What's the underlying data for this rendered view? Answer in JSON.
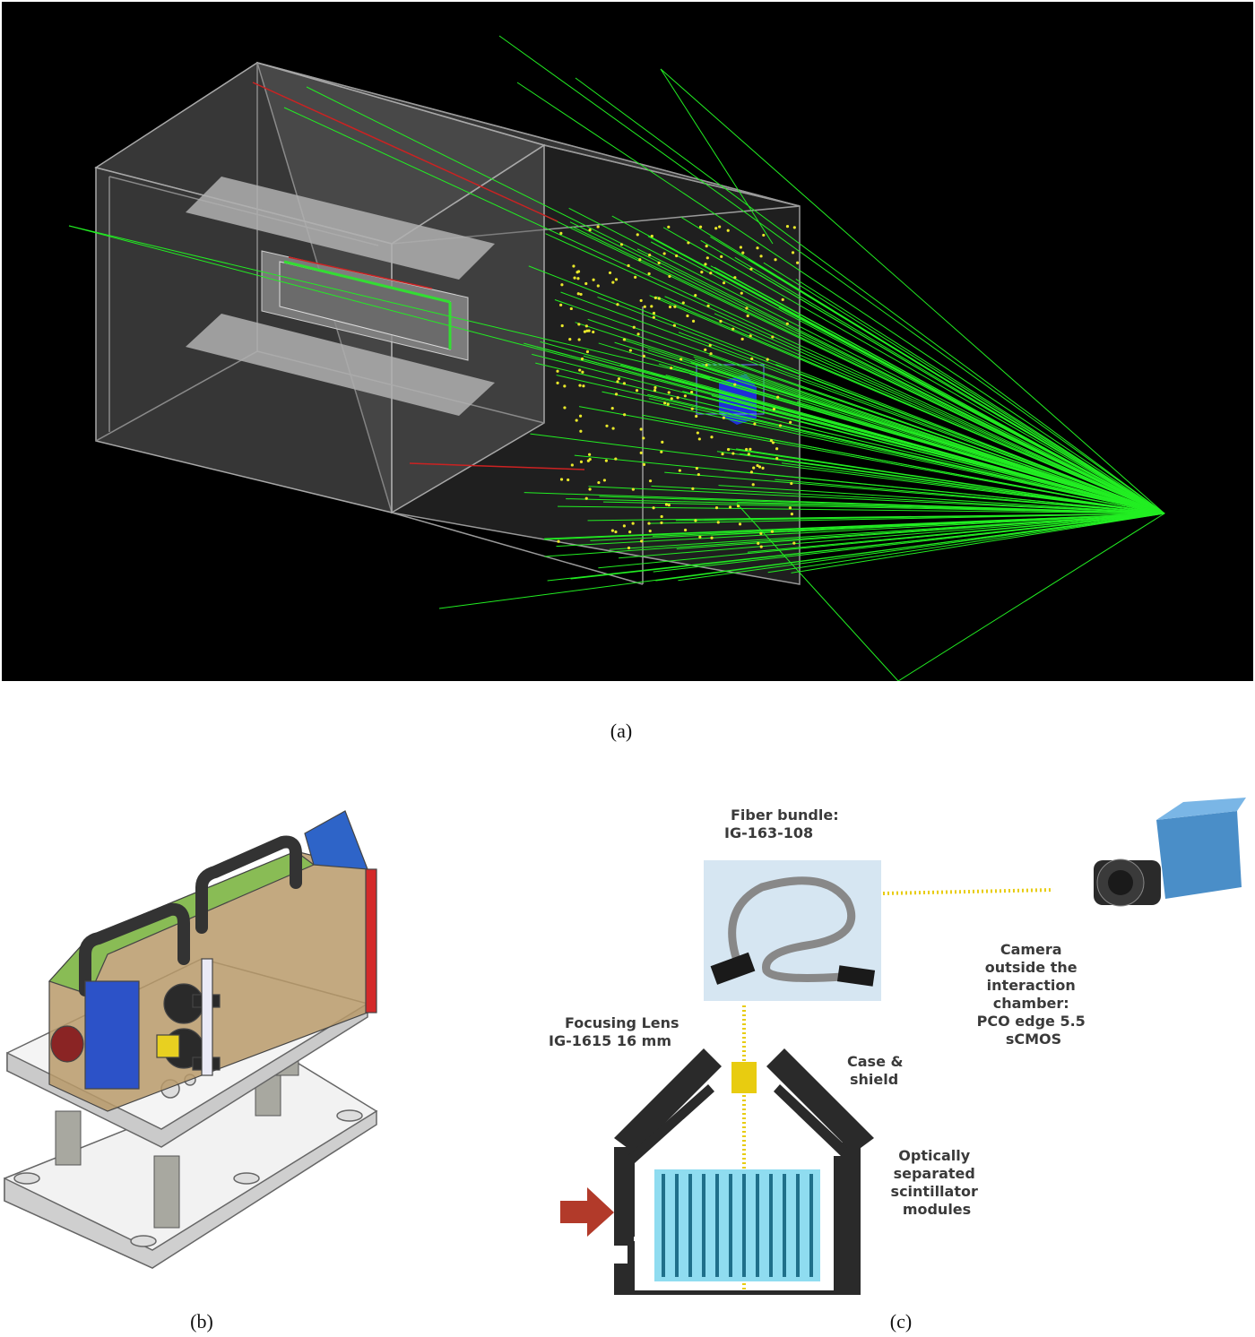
{
  "captions": {
    "a": "(a)",
    "b": "(b)",
    "c": "(c)"
  },
  "diagram_c": {
    "fiber_bundle": [
      "Fiber bundle:",
      "IG-163-108"
    ],
    "camera": [
      "Camera",
      "outside the",
      "interaction",
      "chamber:",
      "PCO edge 5.5",
      "sCMOS"
    ],
    "focusing_lens": [
      "Focusing Lens",
      "IG-1615 16 mm"
    ],
    "case_shield": [
      "Case &",
      "shield"
    ],
    "scintillator": [
      "Optically",
      "separated",
      "scintillator",
      "modules"
    ]
  },
  "colors": {
    "track_green": "#22ee22",
    "hit_yellow": "#e8e82a",
    "box_gray": "#8a8a8a",
    "detector_blue": "#2233cc",
    "shield_dark": "#2a2a2a",
    "scint_cyan": "#6fd0ea",
    "fiber_yellow": "#e8cc10",
    "arrow_red": "#b23a2a"
  }
}
